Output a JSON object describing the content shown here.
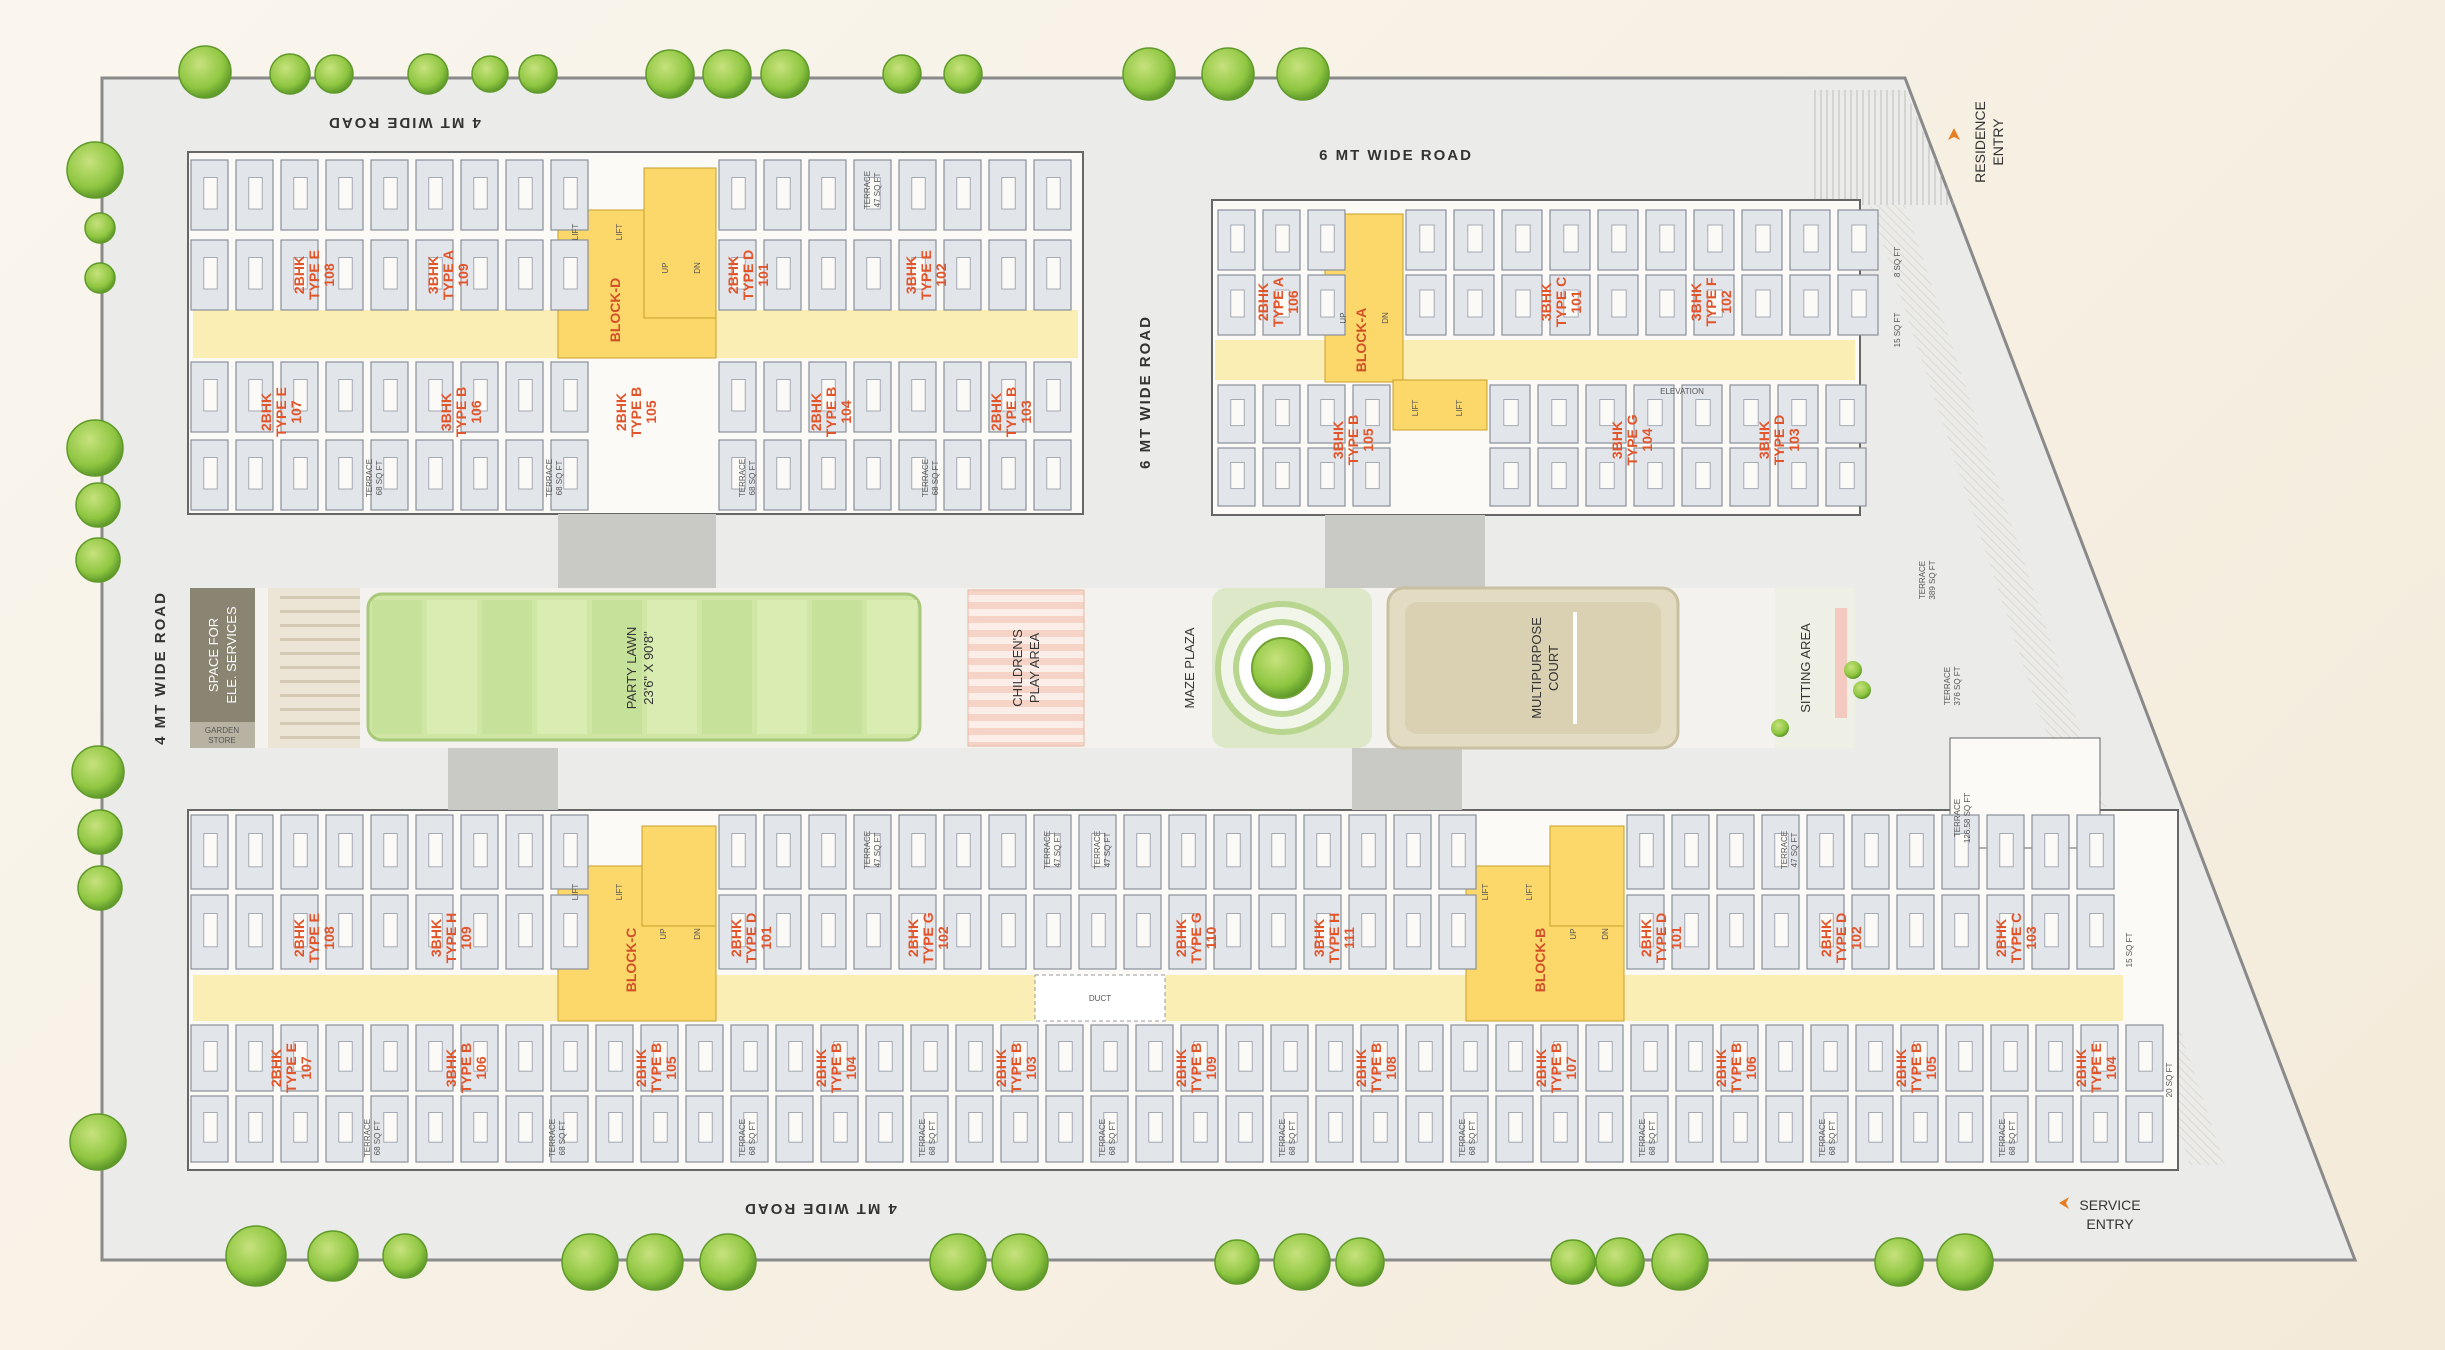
{
  "roads": {
    "top_left": "4 MT WIDE ROAD",
    "top_right": "6 MT WIDE ROAD",
    "middle_vertical": "6 MT WIDE ROAD",
    "left": "4 MT WIDE ROAD",
    "bottom": "4 MT WIDE ROAD"
  },
  "entries": {
    "residence": [
      "RESIDENCE",
      "ENTRY"
    ],
    "service": [
      "SERVICE",
      "ENTRY"
    ]
  },
  "amenities": {
    "ele_services": [
      "SPACE FOR",
      "ELE. SERVICES"
    ],
    "garden_store": [
      "GARDEN",
      "STORE"
    ],
    "party_lawn": [
      "PARTY LAWN",
      "23'6\" X 90'8\""
    ],
    "play_area": [
      "CHILDREN'S",
      "PLAY AREA"
    ],
    "maze_plaza": "MAZE PLAZA",
    "court": [
      "MULTIPURPOSE",
      "COURT"
    ],
    "sitting": "SITTING AREA"
  },
  "blocks": {
    "d": "BLOCK-D",
    "a": "BLOCK-A",
    "c": "BLOCK-C",
    "b": "BLOCK-B"
  },
  "common": {
    "lift": "LIFT",
    "up": "UP",
    "dn": "DN",
    "duct": "DUCT",
    "elevation": "ELEVATION"
  },
  "terraces": {
    "t47": [
      "TERRACE",
      "47 SQ FT"
    ],
    "t68": [
      "TERRACE",
      "68 SQ FT"
    ],
    "t389": [
      "TERRACE",
      "389 SQ FT"
    ],
    "t376": [
      "TERRACE",
      "376 SQ FT"
    ],
    "t126": [
      "TERRACE",
      "126.58 SQ FT"
    ],
    "sq15": "15 SQ FT",
    "sq20": "20 SQ FT",
    "sq8": "8 SQ FT"
  },
  "units": {
    "block_d_top": [
      [
        "2BHK",
        "TYPE E",
        "108"
      ],
      [
        "3BHK",
        "TYPE A",
        "109"
      ],
      [
        "2BHK",
        "TYPE D",
        "101"
      ],
      [
        "3BHK",
        "TYPE E",
        "102"
      ]
    ],
    "block_d_bottom": [
      [
        "2BHK",
        "TYPE E",
        "107"
      ],
      [
        "3BHK",
        "TYPE B",
        "106"
      ],
      [
        "2BHK",
        "TYPE B",
        "105"
      ],
      [
        "2BHK",
        "TYPE B",
        "104"
      ],
      [
        "2BHK",
        "TYPE B",
        "103"
      ]
    ],
    "block_a_top": [
      [
        "2BHK",
        "TYPE A",
        "106"
      ],
      [
        "3BHK",
        "TYPE C",
        "101"
      ],
      [
        "3BHK",
        "TYPE F",
        "102"
      ]
    ],
    "block_a_bottom": [
      [
        "3BHK",
        "TYPE B",
        "105"
      ],
      [
        "3BHK",
        "TYPE G",
        "104"
      ],
      [
        "3BHK",
        "TYPE D",
        "103"
      ]
    ],
    "block_cb_top": [
      [
        "2BHK",
        "TYPE E",
        "108"
      ],
      [
        "3BHK",
        "TYPE H",
        "109"
      ],
      [
        "2BHK",
        "TYPE D",
        "101"
      ],
      [
        "2BHK",
        "TYPE G",
        "102"
      ],
      [
        "2BHK",
        "TYPE G",
        "110"
      ],
      [
        "3BHK",
        "TYPE H",
        "111"
      ],
      [
        "2BHK",
        "TYPE D",
        "101"
      ],
      [
        "2BHK",
        "TYPE D",
        "102"
      ],
      [
        "2BHK",
        "TYPE C",
        "103"
      ]
    ],
    "block_cb_bottom": [
      [
        "2BHK",
        "TYPE E",
        "107"
      ],
      [
        "3BHK",
        "TYPE B",
        "106"
      ],
      [
        "2BHK",
        "TYPE B",
        "105"
      ],
      [
        "2BHK",
        "TYPE B",
        "104"
      ],
      [
        "2BHK",
        "TYPE B",
        "103"
      ],
      [
        "2BHK",
        "TYPE B",
        "109"
      ],
      [
        "2BHK",
        "TYPE B",
        "108"
      ],
      [
        "2BHK",
        "TYPE B",
        "107"
      ],
      [
        "2BHK",
        "TYPE B",
        "106"
      ],
      [
        "2BHK",
        "TYPE B",
        "105"
      ],
      [
        "2BHK",
        "TYPE E",
        "104"
      ]
    ]
  },
  "colors": {
    "ground": "#ebebe9",
    "corridor": "#fbeeb5",
    "core": "#fcd86a",
    "room": "#e2e5ea",
    "tree": "#8fc641",
    "lawn": "#cfe6a4",
    "label": "#e2542a"
  }
}
